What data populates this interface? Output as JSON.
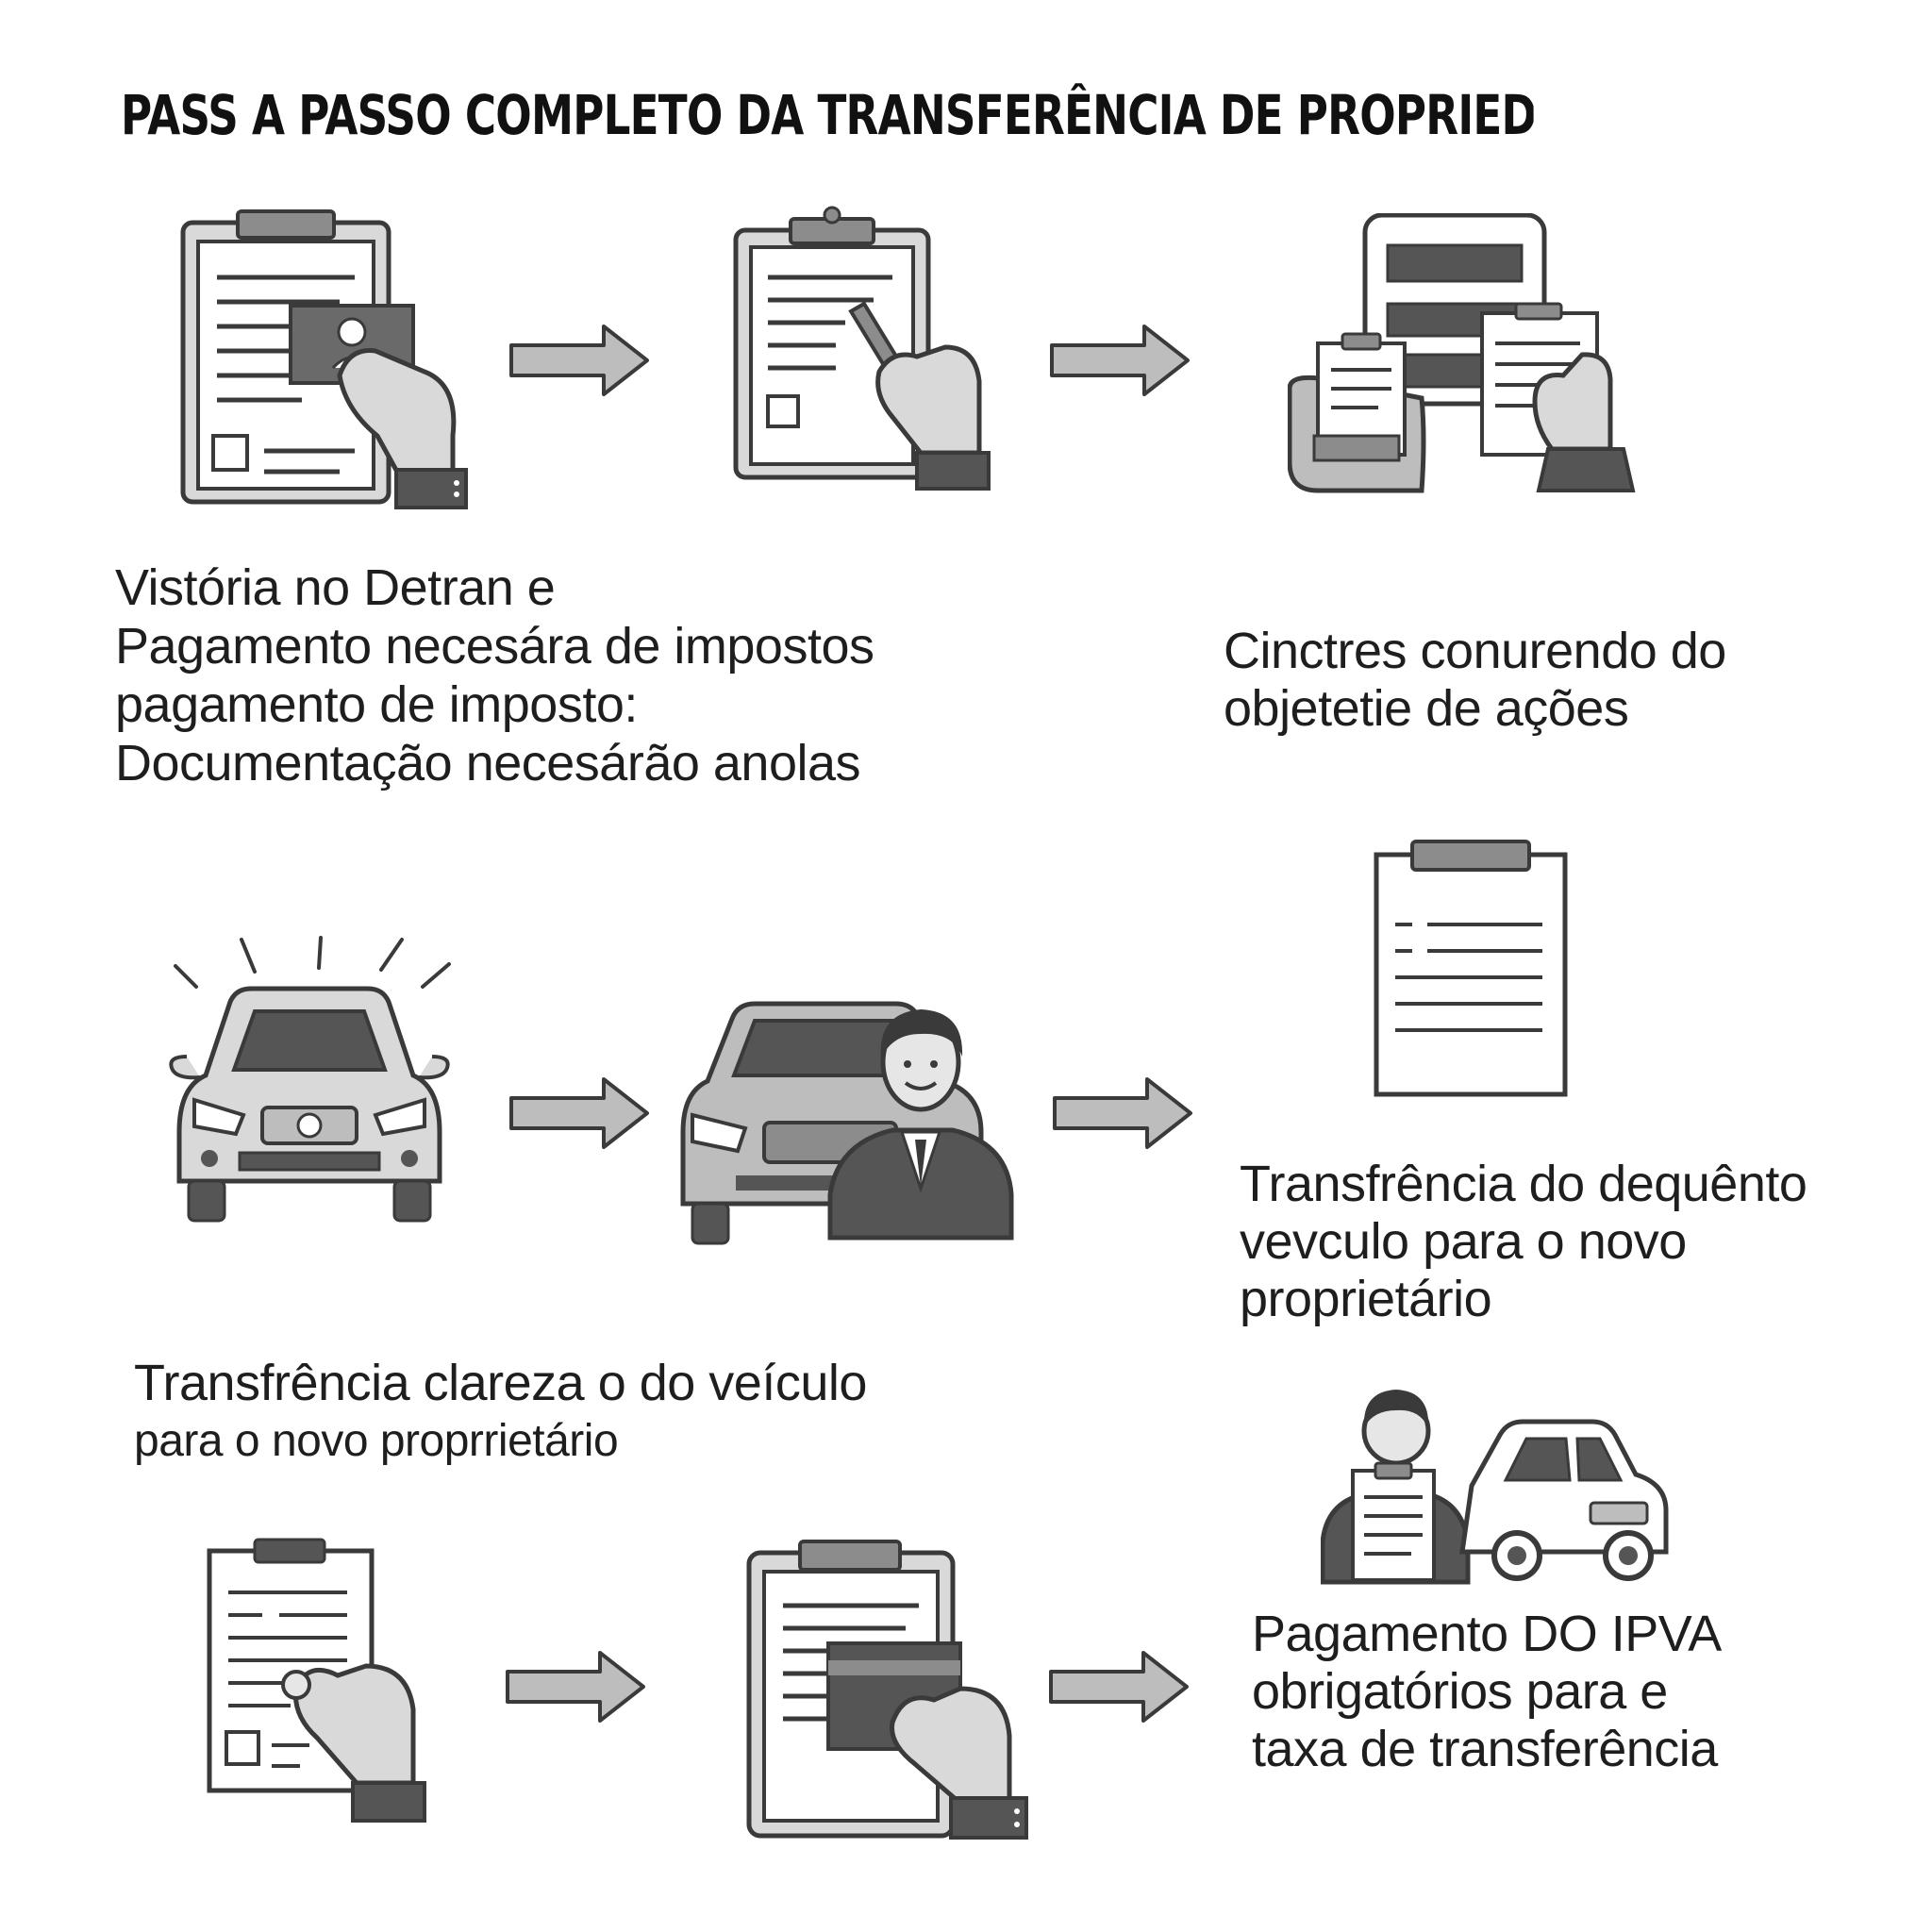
{
  "title": "PASS A PASSO COMPLETO DA TRANSFERÊNCIA DE PROPRIEDADE DE UM CARR",
  "steps": [
    {
      "lines": [
        "Vistória no Detran e",
        "Pagamento necesára de impostos",
        "pagamento de imposto:",
        "Documentação necesárão anolas"
      ]
    },
    {
      "lines": [
        "Cinctres conurendo do",
        "objetetie de ações"
      ]
    },
    {
      "lines": [
        "Transfrência do dequênto",
        "vevculo para o novo",
        "proprietário"
      ]
    },
    {
      "lines": [
        "Transfrência clareza o do veículo",
        "para o novo proprrietário"
      ]
    },
    {
      "lines": [
        "Pagamento DO IPVA",
        "obrigatórios para e",
        "taxa de transferência"
      ]
    }
  ],
  "icons": [
    "clipboard-id-card-hand-icon",
    "clipboard-pen-sign-icon",
    "office-desk-documents-icon",
    "car-front-icon",
    "car-with-person-icon",
    "document-icon",
    "clipboard-hand-stamp-icon",
    "clipboard-card-hand-icon",
    "person-with-car-icon"
  ],
  "colors": {
    "outline": "#3a3a3a",
    "fill_light": "#d9d9d9",
    "fill_mid": "#bdbdbd",
    "fill_dark": "#555555",
    "text": "#1e1e1e"
  }
}
